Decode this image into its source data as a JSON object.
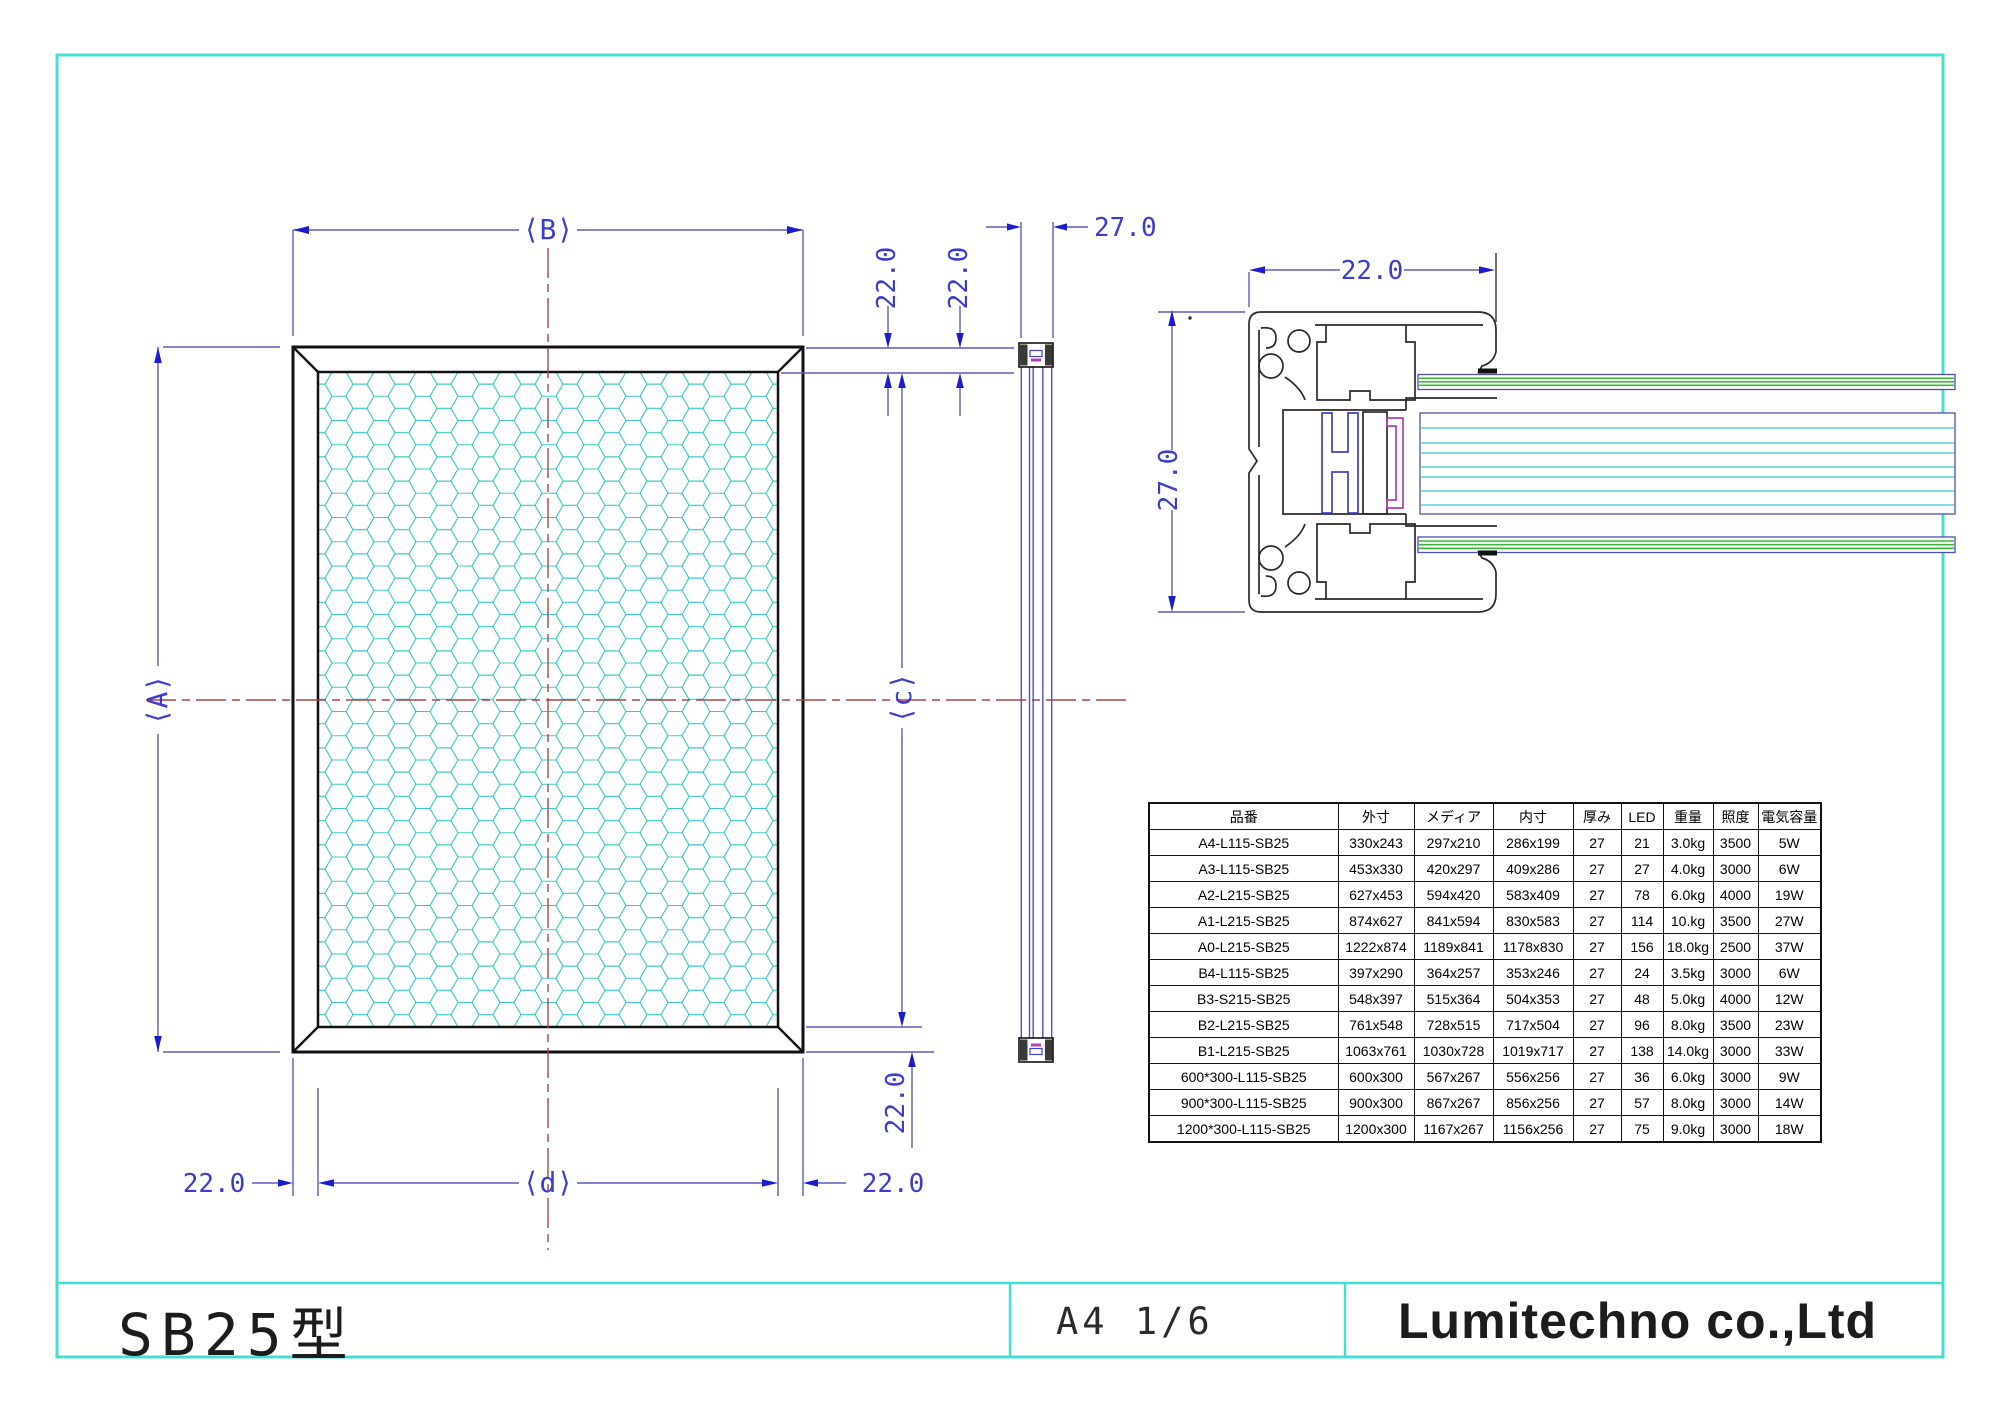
{
  "title_block": {
    "model": "SB25型",
    "sheet": "A4 1/6",
    "company": "Lumitechno co.,Ltd"
  },
  "dim_labels": {
    "b": "⟨B⟩",
    "a": "⟨A⟩",
    "c": "⟨c⟩",
    "d": "⟨d⟩",
    "w22": "22.0",
    "w27": "27.0"
  },
  "spec_table": {
    "headers": [
      "品番",
      "外寸",
      "メディア",
      "内寸",
      "厚み",
      "LED",
      "重量",
      "照度",
      "電気容量"
    ],
    "rows": [
      [
        "A4-L115-SB25",
        "330x243",
        "297x210",
        "286x199",
        "27",
        "21",
        "3.0kg",
        "3500",
        "5W"
      ],
      [
        "A3-L115-SB25",
        "453x330",
        "420x297",
        "409x286",
        "27",
        "27",
        "4.0kg",
        "3000",
        "6W"
      ],
      [
        "A2-L215-SB25",
        "627x453",
        "594x420",
        "583x409",
        "27",
        "78",
        "6.0kg",
        "4000",
        "19W"
      ],
      [
        "A1-L215-SB25",
        "874x627",
        "841x594",
        "830x583",
        "27",
        "114",
        "10.kg",
        "3500",
        "27W"
      ],
      [
        "A0-L215-SB25",
        "1222x874",
        "1189x841",
        "1178x830",
        "27",
        "156",
        "18.0kg",
        "2500",
        "37W"
      ],
      [
        "B4-L115-SB25",
        "397x290",
        "364x257",
        "353x246",
        "27",
        "24",
        "3.5kg",
        "3000",
        "6W"
      ],
      [
        "B3-S215-SB25",
        "548x397",
        "515x364",
        "504x353",
        "27",
        "48",
        "5.0kg",
        "4000",
        "12W"
      ],
      [
        "B2-L215-SB25",
        "761x548",
        "728x515",
        "717x504",
        "27",
        "96",
        "8.0kg",
        "3500",
        "23W"
      ],
      [
        "B1-L215-SB25",
        "1063x761",
        "1030x728",
        "1019x717",
        "27",
        "138",
        "14.0kg",
        "3000",
        "33W"
      ],
      [
        "600*300-L115-SB25",
        "600x300",
        "567x267",
        "556x256",
        "27",
        "36",
        "6.0kg",
        "3000",
        "9W"
      ],
      [
        "900*300-L115-SB25",
        "900x300",
        "867x267",
        "856x256",
        "27",
        "57",
        "8.0kg",
        "3000",
        "14W"
      ],
      [
        "1200*300-L115-SB25",
        "1200x300",
        "1167x267",
        "1156x256",
        "27",
        "75",
        "9.0kg",
        "3000",
        "18W"
      ]
    ]
  },
  "colors": {
    "border_cyan": "#45ded2",
    "dimension_line": "#5d5db8",
    "dimension_arrow": "#1c1ccf",
    "dimension_text": "#3c3ccf",
    "centerline_red": "#aa4545",
    "honeycomb_cyan": "#3fc8c8",
    "panel_green": "#3db83d",
    "lightguide_cyan": "#38caca",
    "part_blue": "#4040c0",
    "part_magenta": "#b040b0",
    "drawing_black": "#1a1a1a"
  }
}
